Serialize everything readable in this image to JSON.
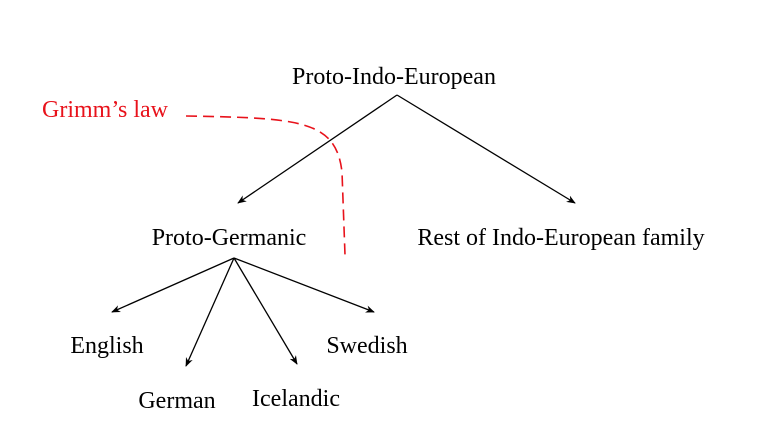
{
  "nodes": {
    "root": "Proto-Indo-European",
    "germanic": "Proto-Germanic",
    "rest": "Rest of Indo-European family",
    "english": "English",
    "german": "German",
    "icelandic": "Icelandic",
    "swedish": "Swedish"
  },
  "annotation": {
    "label": "Grimm’s law",
    "color": "#e8121b"
  }
}
